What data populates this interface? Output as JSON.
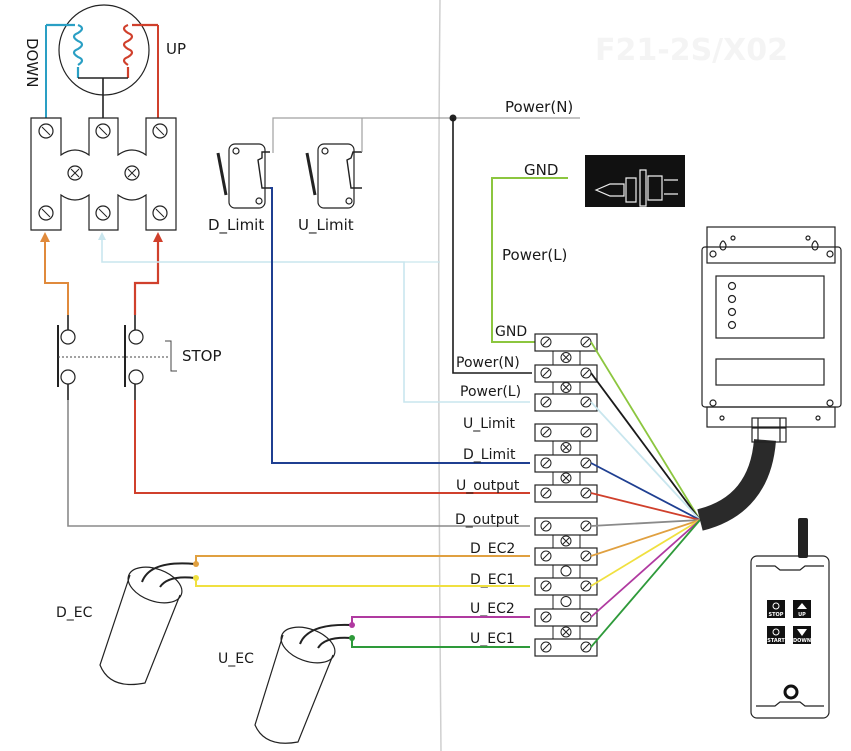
{
  "diagram": {
    "title": "Electric hoist remote control wiring diagram",
    "watermark": "F21-2S/X02"
  },
  "motor": {
    "label_down": "DOWN",
    "label_up": "UP"
  },
  "limit_switches": {
    "d_limit": "D_Limit",
    "u_limit": "U_Limit"
  },
  "stop_switch": {
    "label": "STOP"
  },
  "power": {
    "neutral": "Power(N)",
    "ground": "GND",
    "live": "Power(L)"
  },
  "terminal_block": {
    "labels": [
      "GND",
      "Power(N)",
      "Power(L)",
      "U_Limit",
      "D_Limit",
      "U_output",
      "D_output",
      "D_EC2",
      "D_EC1",
      "U_EC2",
      "U_EC1"
    ]
  },
  "capacitors": {
    "d_ec": "D_EC",
    "u_ec": "U_EC"
  },
  "remote": {
    "buttons": [
      {
        "label": "STOP",
        "icon": "stop-icon"
      },
      {
        "label": "UP",
        "icon": "up-arrow-icon"
      },
      {
        "label": "START",
        "icon": "start-icon"
      },
      {
        "label": "DOWN",
        "icon": "down-arrow-icon"
      }
    ]
  },
  "colors": {
    "down_coil": "#2a9fc4",
    "up_coil": "#d0402c",
    "ground": "#8cc63f",
    "neutral": "#1a1a1a",
    "live": "#c9e6ee",
    "d_limit": "#1f3f91",
    "u_output": "#d0402c",
    "d_output": "#8a8a8a",
    "d_ec2": "#e0a040",
    "d_ec1": "#f0e040",
    "u_ec2": "#b03aa0",
    "u_ec1": "#2e9a3a",
    "down_feed": "#e08a3c",
    "limit_wire": "#a0a0a0",
    "cable": "#2a2a2a"
  }
}
